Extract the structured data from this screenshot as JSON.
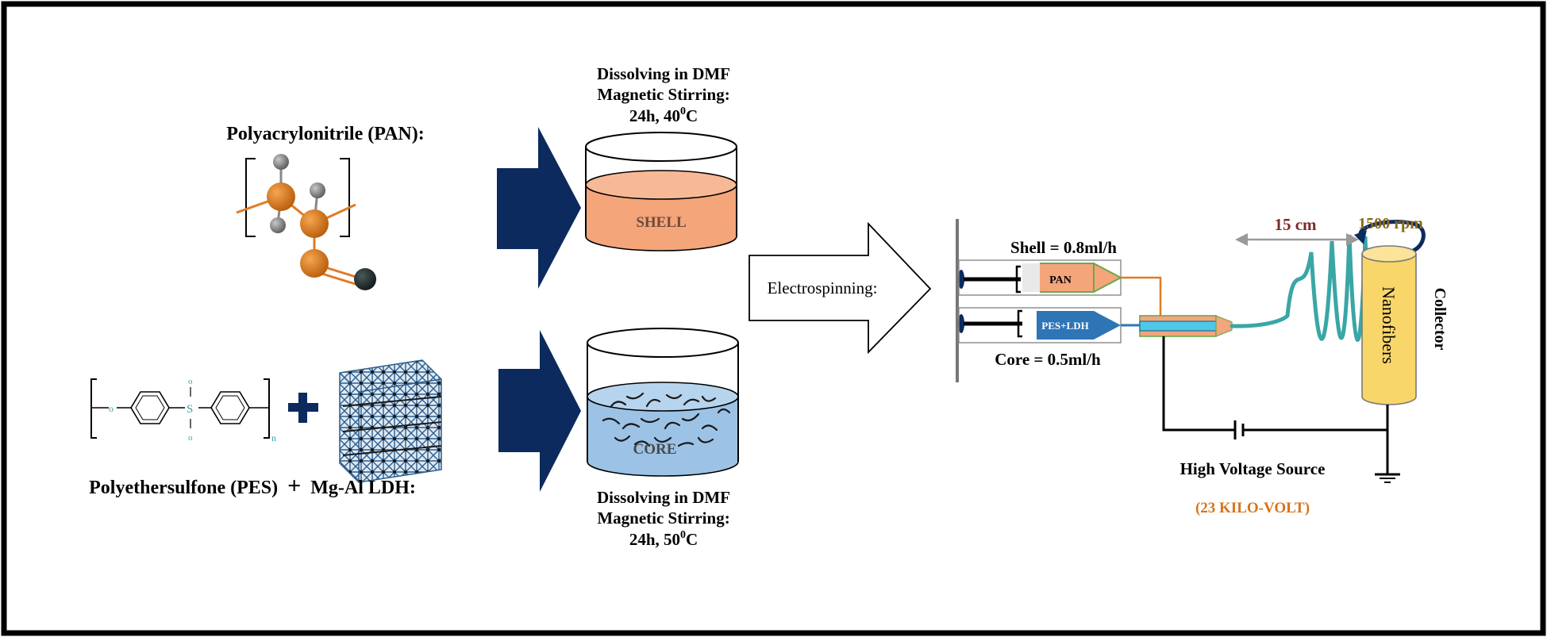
{
  "left": {
    "pan_label": "Polyacrylonitrile (PAN):",
    "pes_label_part1": "Polyethersulfone (PES)",
    "plus": "+",
    "pes_label_part2": "Mg-Al LDH:",
    "pes_atom_o": "o",
    "pes_atom_s": "S",
    "pes_subscript_n": "n"
  },
  "beakers": {
    "shell_text": "SHELL",
    "core_text": "CORE",
    "shell_cond_1": "Dissolving in DMF",
    "shell_cond_2": "Magnetic Stirring:",
    "shell_cond_3": "24h, 40",
    "shell_cond_3_sup": "0",
    "shell_cond_3_end": "C",
    "core_cond_1": "Dissolving in DMF",
    "core_cond_2": "Magnetic Stirring:",
    "core_cond_3": "24h, 50",
    "core_cond_3_sup": "0",
    "core_cond_3_end": "C"
  },
  "process": {
    "arrow_label": "Electrospinning:"
  },
  "setup": {
    "shell_rate": "Shell = 0.8ml/h",
    "core_rate": "Core = 0.5ml/h",
    "syringe_pan": "PAN",
    "syringe_pes": "PES+LDH",
    "distance": "15 cm",
    "speed": "1500 rpm",
    "collector_text": "Nanofibers",
    "collector_label": "Collector",
    "voltage_label": "High Voltage Source",
    "voltage_value": "(23 KILO-VOLT)"
  },
  "colors": {
    "dark_arrow": "#0c2a5e",
    "shell_fill": "#f4a57a",
    "core_fill": "#9cc3e6",
    "atom_orange": "#d9731a",
    "speed_text": "#8a6a1a",
    "distance_text": "#7a2c2c",
    "voltage_value": "#d9731a",
    "fiber": "#3aa6a6",
    "collector_fill": "#f9d66a"
  }
}
